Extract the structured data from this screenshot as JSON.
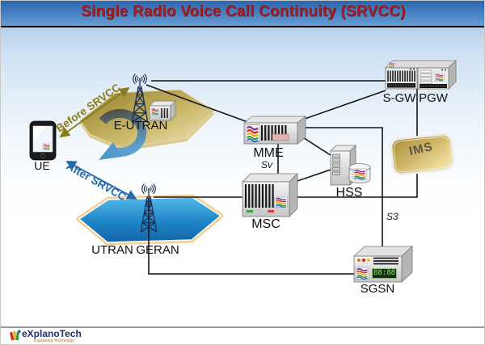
{
  "title": "Single Radio Voice Call Continuity (SRVCC)",
  "nodes": {
    "ue": "UE",
    "eutran": "E-UTRAN",
    "utran": "UTRAN",
    "geran": "GERAN",
    "mme": "MME",
    "msc": "MSC",
    "hss": "HSS",
    "sgw": "S-GW",
    "pgw": "PGW",
    "ims": "IMS",
    "sgsn": "SGSN"
  },
  "annotations": {
    "before": "Before SRVCC",
    "after": "After SRVCC",
    "interface_sv": "Sv",
    "interface_s3": "S3",
    "sgsn_led": "88:88"
  },
  "footer": {
    "brand": "eXplanoTech",
    "tagline": "Explaining Technology"
  },
  "colors": {
    "title_text": "#a01d22",
    "title_band": "#4a84c4",
    "before_arrow": "#8a7a18",
    "after_arrow": "#2268b0",
    "connection_line": "#141414",
    "eutran_hexagon": "#a08c34",
    "utran_hexagon": "#1d84c6",
    "ims_slab": "#d9bd72"
  }
}
